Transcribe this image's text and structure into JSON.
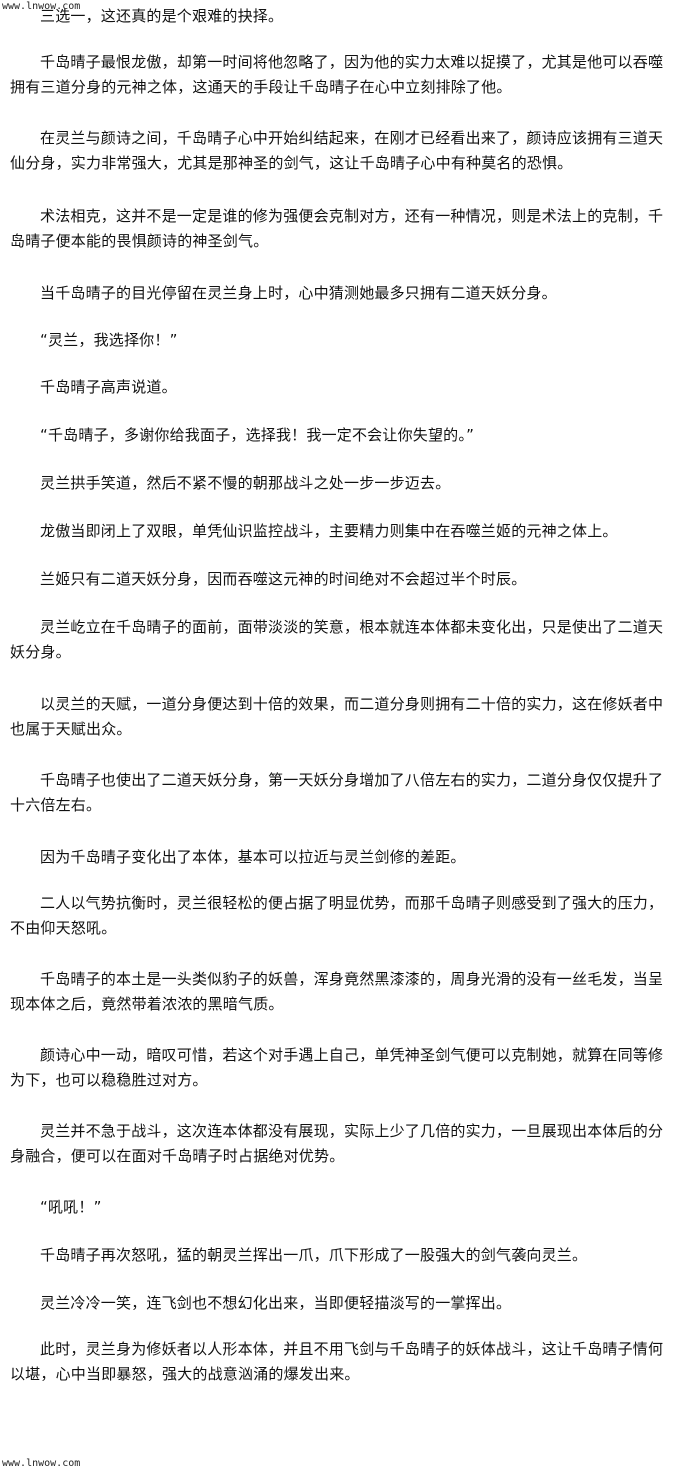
{
  "watermark": {
    "top": "www.lnwow.com",
    "bottom": "www.lnwow.com"
  },
  "paragraphs": [
    "三选一，这还真的是个艰难的抉择。",
    "千岛晴子最恨龙傲，却第一时间将他忽略了，因为他的实力太难以捉摸了，尤其是他可以吞噬拥有三道分身的元神之体，这通天的手段让千岛晴子在心中立刻排除了他。",
    "在灵兰与颜诗之间，千岛晴子心中开始纠结起来，在刚才已经看出来了，颜诗应该拥有三道天仙分身，实力非常强大，尤其是那神圣的剑气，这让千岛晴子心中有种莫名的恐惧。",
    "术法相克，这并不是一定是谁的修为强便会克制对方，还有一种情况，则是术法上的克制，千岛晴子便本能的畏惧颜诗的神圣剑气。",
    "当千岛晴子的目光停留在灵兰身上时，心中猜测她最多只拥有二道天妖分身。",
    "“灵兰，我选择你！”",
    "千岛晴子高声说道。",
    " “千岛晴子，多谢你给我面子，选择我！我一定不会让你失望的。”",
    "灵兰拱手笑道，然后不紧不慢的朝那战斗之处一步一步迈去。",
    "龙傲当即闭上了双眼，单凭仙识监控战斗，主要精力则集中在吞噬兰姬的元神之体上。",
    "兰姬只有二道天妖分身，因而吞噬这元神的时间绝对不会超过半个时辰。",
    "灵兰屹立在千岛晴子的面前，面带淡淡的笑意，根本就连本体都未变化出，只是使出了二道天妖分身。",
    "以灵兰的天赋，一道分身便达到十倍的效果，而二道分身则拥有二十倍的实力，这在修妖者中也属于天赋出众。",
    "千岛晴子也使出了二道天妖分身，第一天妖分身增加了八倍左右的实力，二道分身仅仅提升了十六倍左右。",
    "因为千岛晴子变化出了本体，基本可以拉近与灵兰剑修的差距。",
    "二人以气势抗衡时，灵兰很轻松的便占据了明显优势，而那千岛晴子则感受到了强大的压力，不由仰天怒吼。",
    "千岛晴子的本土是一头类似豹子的妖兽，浑身竟然黑漆漆的，周身光滑的没有一丝毛发，当呈现本体之后，竟然带着浓浓的黑暗气质。",
    "颜诗心中一动，暗叹可惜，若这个对手遇上自己，单凭神圣剑气便可以克制她，就算在同等修为下，也可以稳稳胜过对方。",
    "灵兰并不急于战斗，这次连本体都没有展现，实际上少了几倍的实力，一旦展现出本体后的分身融合，便可以在面对千岛晴子时占据绝对优势。",
    "“吼吼！”",
    "千岛晴子再次怒吼，猛的朝灵兰挥出一爪，爪下形成了一股强大的剑气袭向灵兰。",
    "灵兰冷冷一笑，连飞剑也不想幻化出来，当即便轻描淡写的一掌挥出。",
    "此时，灵兰身为修妖者以人形本体，并且不用飞剑与千岛晴子的妖体战斗，这让千岛晴子情何以堪，心中当即暴怒，强大的战意汹涌的爆发出来。"
  ]
}
